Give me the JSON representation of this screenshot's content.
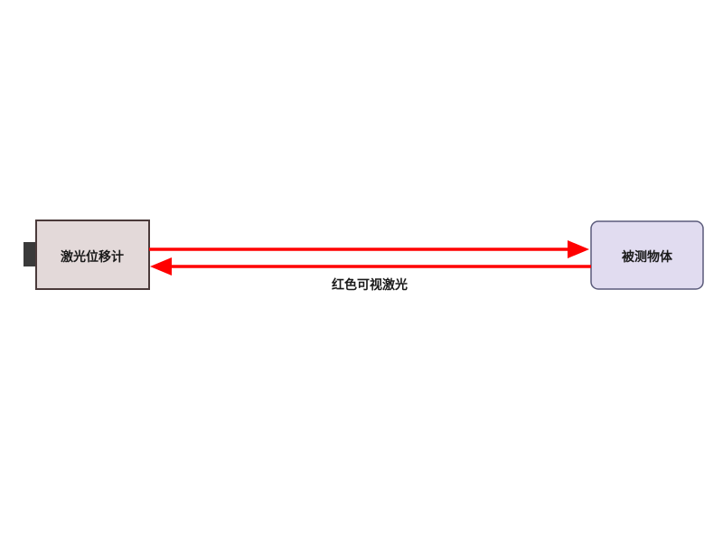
{
  "diagram": {
    "sensor": {
      "label": "激光位移计",
      "fill": "#e3d9d9",
      "stroke": "#4a3a3a",
      "lens_color": "#3a3a3a"
    },
    "target": {
      "label": "被测物体",
      "fill": "#e1dcf0",
      "stroke": "#5a5a7a"
    },
    "beam": {
      "label": "红色可视激光",
      "color": "#ff0000"
    }
  }
}
